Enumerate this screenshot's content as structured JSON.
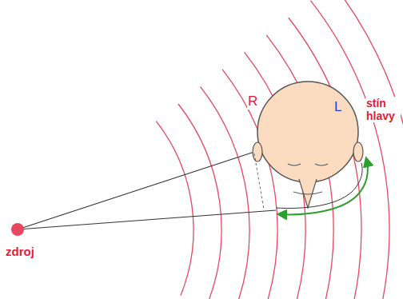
{
  "diagram": {
    "labels": [
      "R",
      "L",
      "stín hlavy",
      "zdroj"
    ]
  }
}
